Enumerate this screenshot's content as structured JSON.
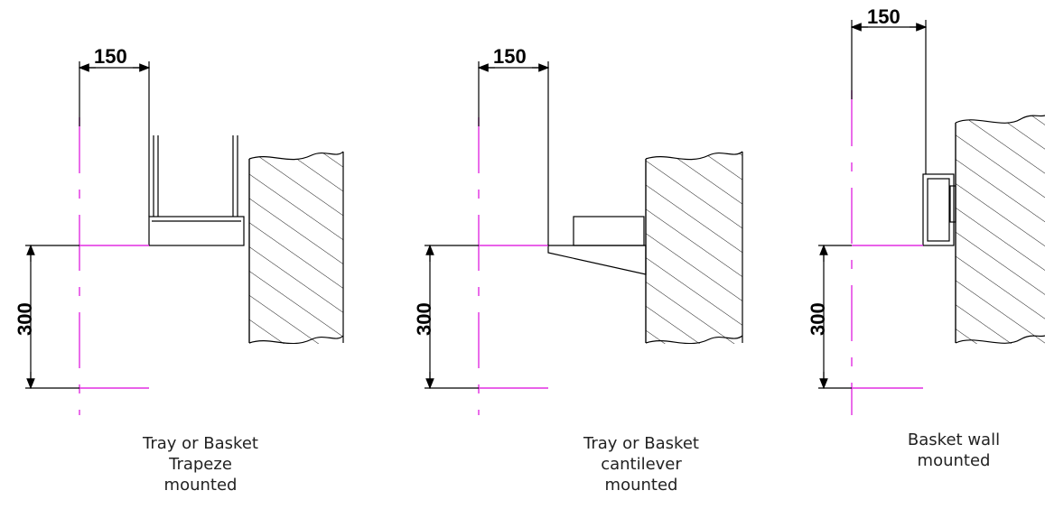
{
  "diagrams": [
    {
      "id": "trapeze",
      "dim_horizontal": "150",
      "dim_vertical": "300",
      "caption": [
        "Tray or Basket",
        "Trapeze",
        "mounted"
      ]
    },
    {
      "id": "cantilever",
      "dim_horizontal": "150",
      "dim_vertical": "300",
      "caption": [
        "Tray or Basket",
        "cantilever",
        "mounted"
      ]
    },
    {
      "id": "wall",
      "dim_horizontal": "150",
      "dim_vertical": "300",
      "caption": [
        "Basket wall",
        "mounted"
      ]
    }
  ],
  "colors": {
    "line": "#000000",
    "centerline": "#e22ee2",
    "caption_text": "#222222"
  }
}
